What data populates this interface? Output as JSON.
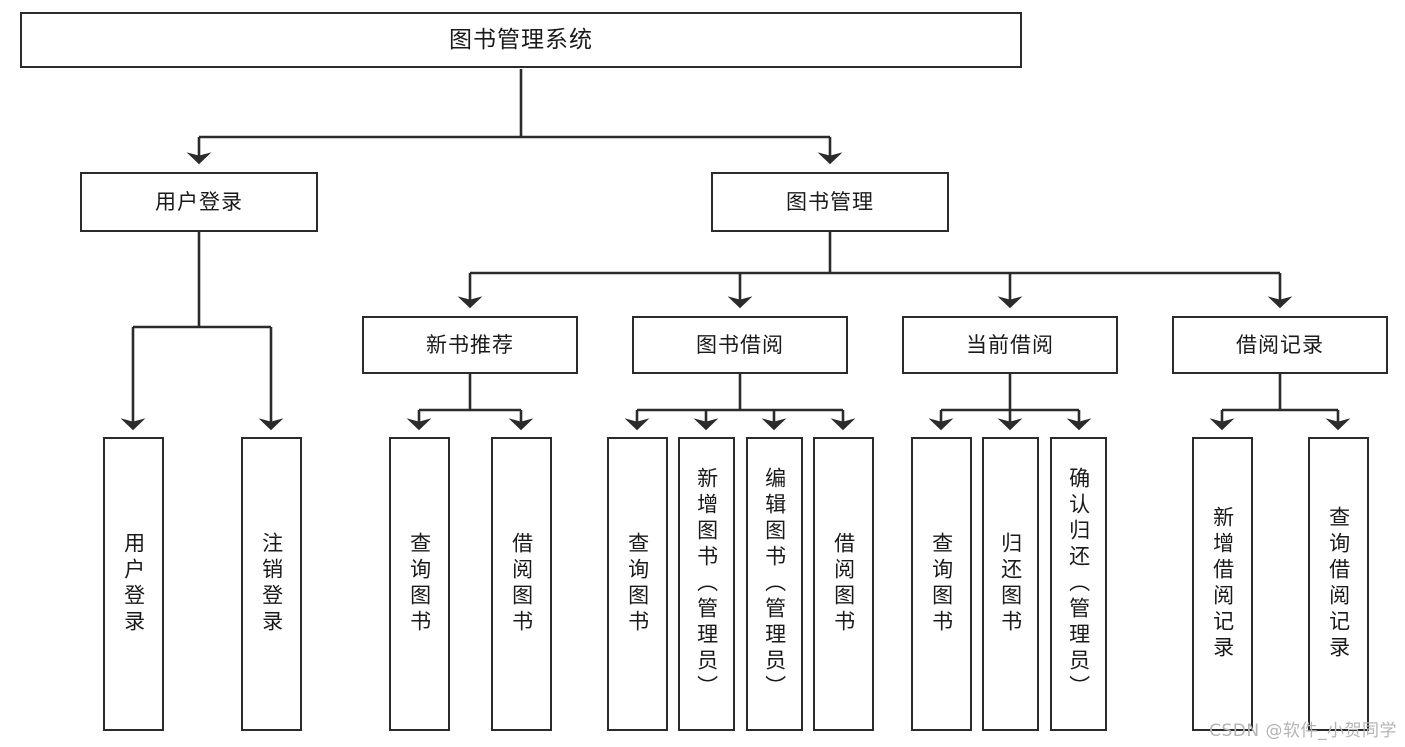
{
  "diagram": {
    "title": "图书管理系统",
    "type": "tree-structure-chart",
    "watermark": "CSDN @软件_小贺同学",
    "colors": {
      "stroke": "#2b2b2b",
      "fill": "#ffffff",
      "text": "#1a1a1a",
      "watermark": "#b4b4b4"
    }
  },
  "nodes": {
    "root": {
      "label": "图书管理系统"
    },
    "level2": [
      {
        "id": "user-login",
        "label": "用户登录"
      },
      {
        "id": "book-manage",
        "label": "图书管理"
      }
    ],
    "level3": [
      {
        "id": "new-book-recommend",
        "label": "新书推荐"
      },
      {
        "id": "book-borrow",
        "label": "图书借阅"
      },
      {
        "id": "current-borrow",
        "label": "当前借阅"
      },
      {
        "id": "borrow-record",
        "label": "借阅记录"
      }
    ],
    "leaves": [
      {
        "id": "leaf-user-login",
        "parent": "user-login",
        "label": "用户登录"
      },
      {
        "id": "leaf-user-logout",
        "parent": "user-login",
        "label": "注销登录"
      },
      {
        "id": "leaf-query-book-1",
        "parent": "new-book-recommend",
        "label": "查询图书"
      },
      {
        "id": "leaf-borrow-book-1",
        "parent": "new-book-recommend",
        "label": "借阅图书"
      },
      {
        "id": "leaf-query-book-2",
        "parent": "book-borrow",
        "label": "查询图书"
      },
      {
        "id": "leaf-add-book",
        "parent": "book-borrow",
        "label": "新增图书（管理员）"
      },
      {
        "id": "leaf-edit-book",
        "parent": "book-borrow",
        "label": "编辑图书（管理员）"
      },
      {
        "id": "leaf-borrow-book-2",
        "parent": "book-borrow",
        "label": "借阅图书"
      },
      {
        "id": "leaf-query-book-3",
        "parent": "current-borrow",
        "label": "查询图书"
      },
      {
        "id": "leaf-return-book",
        "parent": "current-borrow",
        "label": "归还图书"
      },
      {
        "id": "leaf-confirm-return",
        "parent": "current-borrow",
        "label": "确认归还（管理员）"
      },
      {
        "id": "leaf-add-record",
        "parent": "borrow-record",
        "label": "新增借阅记录"
      },
      {
        "id": "leaf-query-record",
        "parent": "borrow-record",
        "label": "查询借阅记录"
      }
    ]
  }
}
